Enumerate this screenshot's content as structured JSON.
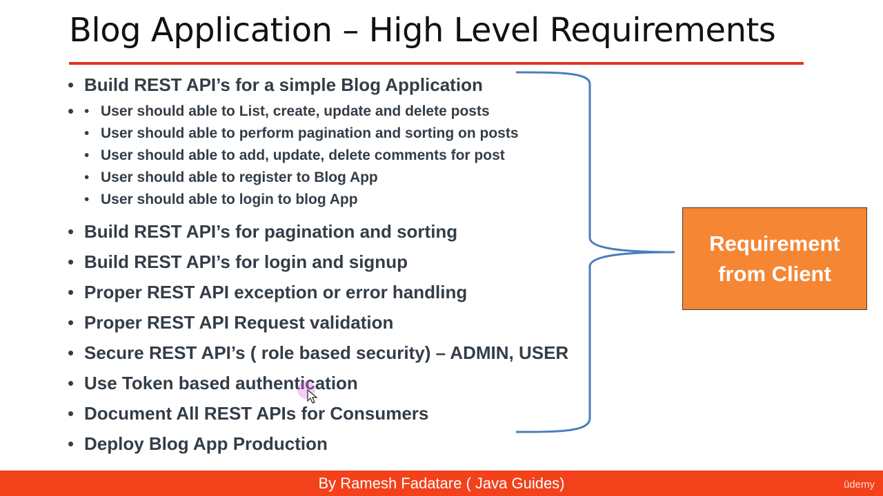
{
  "slide": {
    "title": "Blog Application – High Level Requirements",
    "items": [
      {
        "text": "Build REST API’s for a simple Blog Application",
        "sub": [
          "User should able to List, create, update and delete posts",
          "User should able to perform pagination and sorting on posts",
          "User should able to add, update, delete comments for post",
          "User should able to register to Blog App",
          "User should able to login to blog App"
        ]
      },
      {
        "text": "Build REST API’s for pagination and sorting"
      },
      {
        "text": "Build REST API’s for login and signup"
      },
      {
        "text": "Proper REST API exception or error handling"
      },
      {
        "text": "Proper REST API Request validation"
      },
      {
        "text": "Secure REST API’s ( role based security) – ADMIN, USER"
      },
      {
        "text": "Use Token based authentication"
      },
      {
        "text": "Document All REST APIs for Consumers"
      },
      {
        "text": "Deploy Blog App Production"
      }
    ],
    "callout": {
      "line1": "Requirement",
      "line2": "from Client"
    }
  },
  "footer": {
    "text": "By Ramesh Fadatare ( Java Guides)",
    "watermark": "ūdemy"
  },
  "colors": {
    "title_rule": "#e0341e",
    "footer_bg": "#f2411b",
    "callout_bg": "#f58634",
    "brace": "#4a7ebb",
    "text": "#333d47"
  }
}
